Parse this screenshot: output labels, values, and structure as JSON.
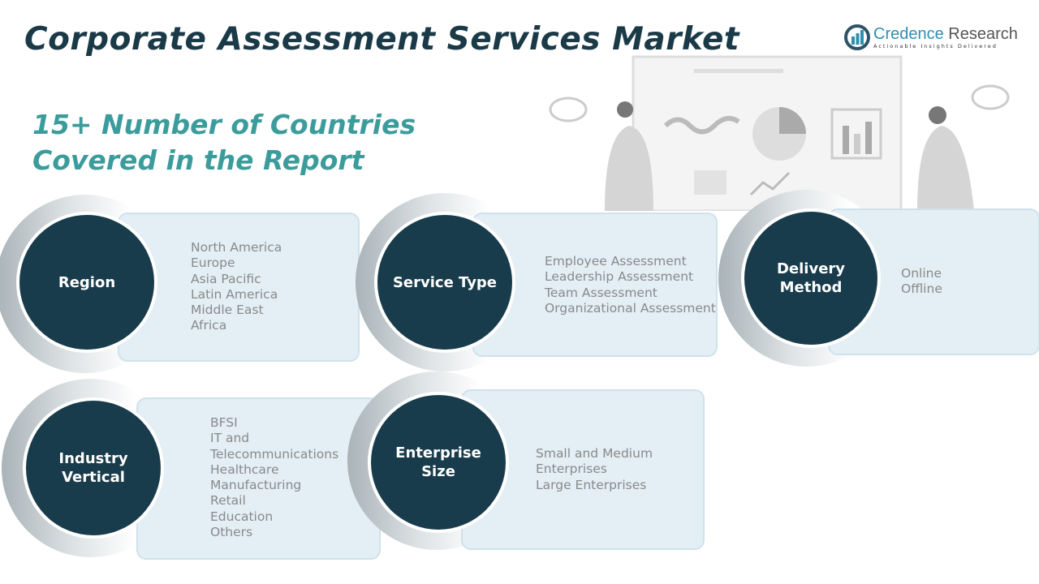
{
  "title": "Corporate Assessment Services Market",
  "subtitle": {
    "line1": "15+ Number of Countries",
    "line2": "Covered in the Report"
  },
  "logo": {
    "name_part1": "Credence",
    "name_part2": " Research",
    "tagline": "Actionable Insights Delivered"
  },
  "segments": [
    {
      "label": "Region",
      "items": [
        "North America",
        "Europe",
        "Asia Pacific",
        "Latin America",
        "Middle East",
        "Africa"
      ]
    },
    {
      "label": "Service Type",
      "items": [
        "Employee Assessment",
        "Leadership Assessment",
        "Team Assessment",
        "Organizational Assessment"
      ]
    },
    {
      "label_line1": "Delivery",
      "label_line2": "Method",
      "items": [
        "Online",
        "Offline"
      ]
    },
    {
      "label_line1": "Industry",
      "label_line2": "Vertical",
      "items": [
        "BFSI",
        "IT and",
        "Telecommunications",
        "Healthcare",
        "Manufacturing",
        "Retail",
        "Education",
        "Others"
      ]
    },
    {
      "label_line1": "Enterprise",
      "label_line2": "Size",
      "items": [
        "Small and Medium",
        "Enterprises",
        "Large Enterprises"
      ]
    }
  ],
  "colors": {
    "dark": "#183c4b",
    "teal": "#3c9c9c",
    "box": "#e3eef5"
  }
}
